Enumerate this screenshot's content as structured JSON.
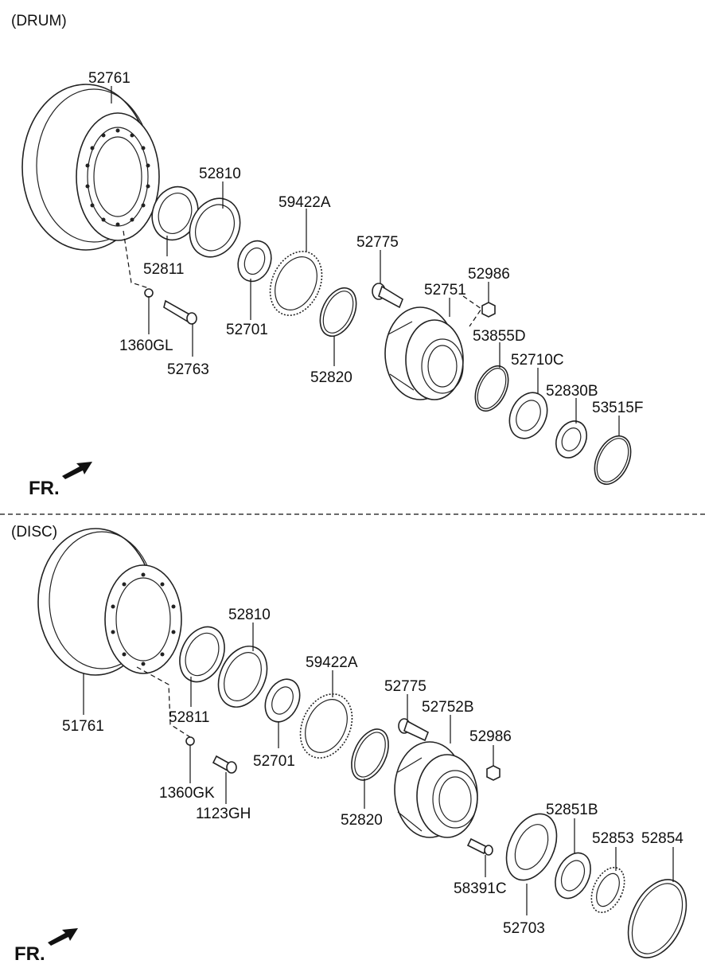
{
  "drum": {
    "section_label": "(DRUM)",
    "fr_label": "FR.",
    "labels": {
      "p52761": "52761",
      "p52810": "52810",
      "p52811": "52811",
      "p59422A": "59422A",
      "p52775": "52775",
      "p52986": "52986",
      "p52751": "52751",
      "p1360GL": "1360GL",
      "p52701": "52701",
      "p52763": "52763",
      "p52820": "52820",
      "p53855D": "53855D",
      "p52710C": "52710C",
      "p52830B": "52830B",
      "p53515F": "53515F"
    }
  },
  "disc": {
    "section_label": "(DISC)",
    "fr_label": "FR.",
    "labels": {
      "p51761": "51761",
      "p52810": "52810",
      "p52811": "52811",
      "p59422A": "59422A",
      "p52775": "52775",
      "p52752B": "52752B",
      "p52986": "52986",
      "p1360GK": "1360GK",
      "p1123GH": "1123GH",
      "p52701": "52701",
      "p52820": "52820",
      "p52851B": "52851B",
      "p52853": "52853",
      "p52854": "52854",
      "p58391C": "58391C",
      "p52703": "52703"
    }
  }
}
